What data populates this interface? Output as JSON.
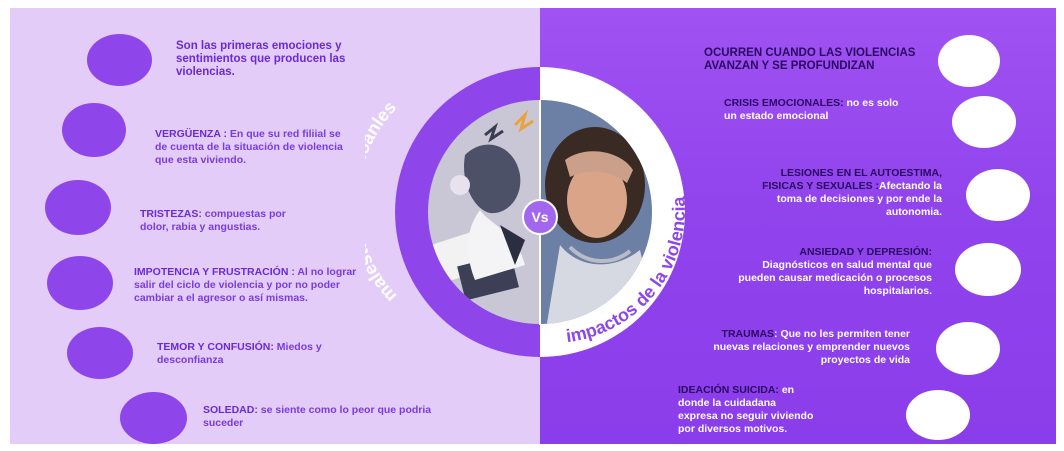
{
  "center": {
    "left_arc_label": "malestares emocioanles",
    "right_arc_label": "impactos de la violencia",
    "vs_label": "Vs"
  },
  "left": {
    "intro": "Son las primeras emociones y sentimientos que producen las violencias.",
    "items": [
      {
        "heading": "VERGÜENZA :",
        "text": " En que su red filiial se de cuenta de la situación de violencia que esta viviendo."
      },
      {
        "heading": "TRISTEZAS:",
        "text": " compuestas por dolor, rabia y angustias."
      },
      {
        "heading": "IMPOTENCIA Y FRUSTRACIÓN",
        "text": " : Al no lograr salir del ciclo de violencia y por no poder cambiar a el agresor o así mismas."
      },
      {
        "heading": "TEMOR Y CONFUSIÓN:",
        "text": " Miedos y desconfianza"
      },
      {
        "heading": "SOLEDAD:",
        "text": "  se siente como lo peor que podria suceder"
      }
    ]
  },
  "right": {
    "intro": "OCURREN CUANDO LAS VIOLENCIAS AVANZAN  Y SE PROFUNDIZAN",
    "items": [
      {
        "heading": "CRISIS EMOCIONALES:",
        "text": " no es solo un estado emocional"
      },
      {
        "heading": "LESIONES EN EL AUTOESTIMA, FISICAS Y SEXUALES :",
        "text": "Afectando la toma de decisiones y por ende la autonomia."
      },
      {
        "heading": "ANSIEDAD Y DEPRESIÓN:",
        "text": " Diagnósticos en salud mental que pueden causar medicación o procesos hospitalarios."
      },
      {
        "heading": "TRAUMAS",
        "text": ": Que no les permiten tener nuevas relaciones y emprender nuevos proyectos de vida"
      },
      {
        "heading": "IDEACIÓN SUICIDA:",
        "text": " en donde la cuidadana expresa no seguir viviendo por diversos motivos."
      }
    ]
  },
  "colors": {
    "left_bg": "#e3ccf8",
    "right_bg": "#9144ec",
    "accent_purple": "#8e46ea",
    "dark_text": "#2a0a63"
  }
}
